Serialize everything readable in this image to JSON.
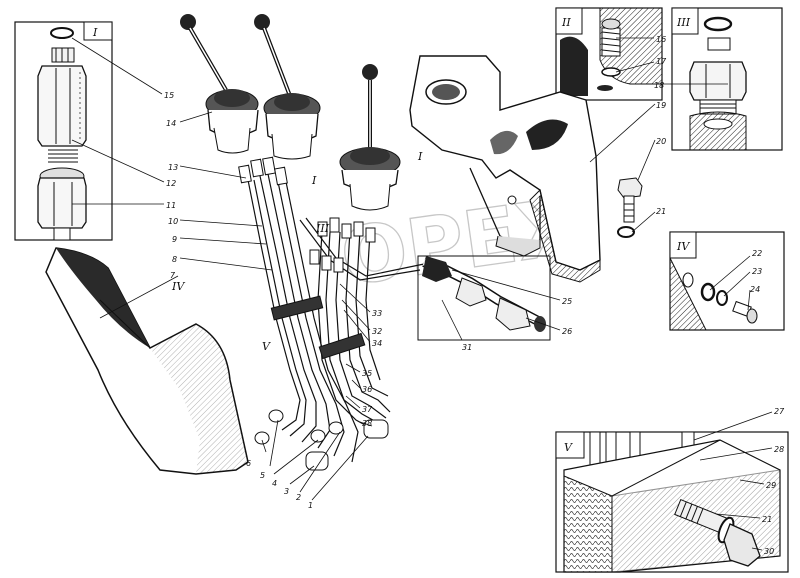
{
  "watermark": "OPEX",
  "inset_labels": {
    "inset_1": "I",
    "inset_2": "II",
    "inset_3": "III",
    "inset_4": "IV",
    "inset_5": "V"
  },
  "main_view_markers": {
    "marker_1": "I",
    "marker_3": "III",
    "marker_4": "IV",
    "marker_5": "V"
  },
  "callouts": {
    "c1": "1",
    "c2": "2",
    "c3": "3",
    "c4": "4",
    "c5": "5",
    "c6": "6",
    "c7": "7",
    "c8": "8",
    "c9": "9",
    "c10": "10",
    "c11": "11",
    "c12": "12",
    "c13": "13",
    "c14": "14",
    "c15": "15",
    "c16": "16",
    "c17": "17",
    "c18": "18",
    "c19": "19",
    "c20": "20",
    "c21a": "21",
    "c21b": "21",
    "c22": "22",
    "c23": "23",
    "c24": "24",
    "c25": "25",
    "c26": "26",
    "c27": "27",
    "c28": "28",
    "c29": "29",
    "c30": "30",
    "c31": "31",
    "c32": "32",
    "c33": "33",
    "c34": "34",
    "c35": "35",
    "c36": "36",
    "c37": "37",
    "c38": "38"
  }
}
